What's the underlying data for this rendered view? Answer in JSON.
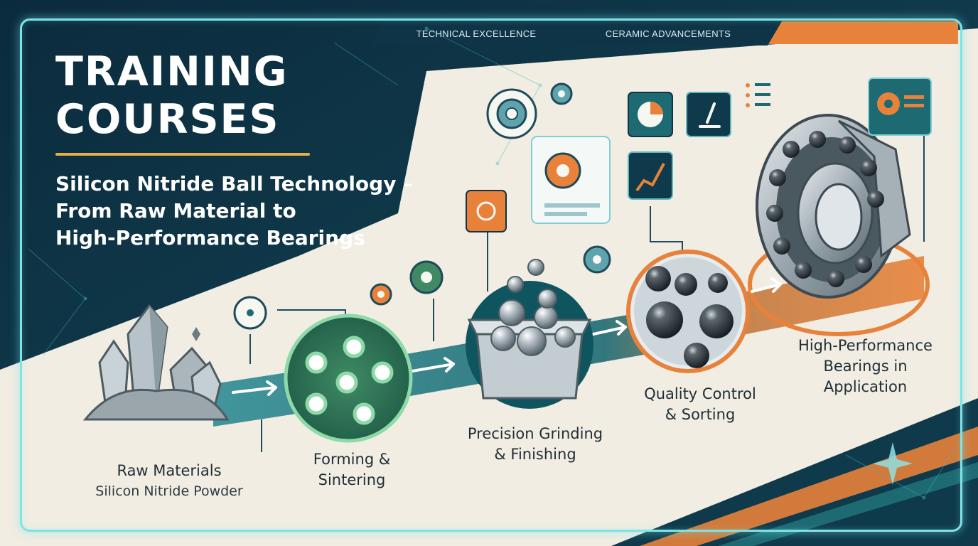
{
  "banners": {
    "left": "TECHNICAL EXCELLENCE",
    "right": "CERAMIC ADVANCEMENTS"
  },
  "title": {
    "line1": "TRAINING",
    "line2": "COURSES"
  },
  "subtitle": {
    "line1": "Silicon Nitride Ball Technology –",
    "line2": "From Raw Material to",
    "line3": "High-Performance Bearings"
  },
  "stages": [
    {
      "id": "raw",
      "line1": "Raw Materials",
      "line2": "Silicon Nitride Powder"
    },
    {
      "id": "forming",
      "line1": "Forming &",
      "line2": "Sintering"
    },
    {
      "id": "grinding",
      "line1": "Precision Grinding",
      "line2": "& Finishing"
    },
    {
      "id": "qc",
      "line1": "Quality Control",
      "line2": "& Sorting"
    },
    {
      "id": "hp",
      "line1": "High-Performance",
      "line2": "Bearings in",
      "line3": "Application"
    }
  ],
  "colors": {
    "navy": "#0f3347",
    "teal": "#16606a",
    "cream": "#f1ede2",
    "orange": "#e8823a",
    "gold": "#e3b04b",
    "glow": "#7fe3e6",
    "green": "#3f8a64"
  }
}
